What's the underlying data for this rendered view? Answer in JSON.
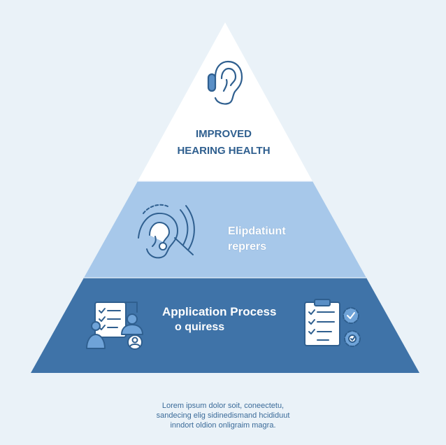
{
  "layers": {
    "top": {
      "lines": [
        "IMPROVED",
        "HEARING HEALTH"
      ],
      "icon": "ear-icon"
    },
    "middle": {
      "lines": [
        "Elipdatiunt",
        "reprers"
      ],
      "icon": "ear-sound-waves-icon"
    },
    "bottom": {
      "lines": [
        "Application Process",
        "o quiress"
      ],
      "icons": [
        "people-checklist-icon",
        "clipboard-gears-icon"
      ]
    }
  },
  "caption": {
    "lines": [
      "Lorem ipsum dolor soit, coneectetu,",
      "sandecing elig sidinedismand hcididuut",
      "inndort oldion onligraim magra."
    ]
  },
  "colors": {
    "background": "#eaf2f8",
    "top_layer": "#ffffff",
    "middle_layer": "#a7c8ea",
    "bottom_layer": "#3f73a8",
    "icon_stroke": "#2f5f8f",
    "title_text": "#2f5f8f"
  }
}
